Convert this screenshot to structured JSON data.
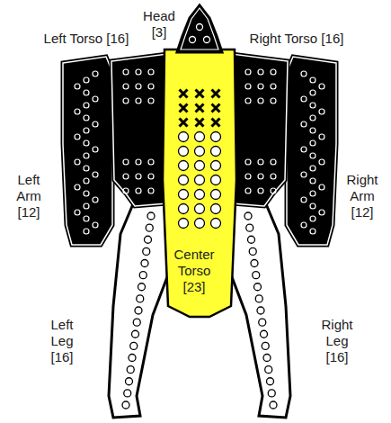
{
  "diagram": {
    "labels": [
      "Head [3]",
      "Left Torso [16]",
      "Right Torso [16]",
      "Left Arm [12]",
      "Right Arm [12]",
      "Center Torso [23]",
      "Left Leg [16]",
      "Right Leg [16]"
    ]
  }
}
